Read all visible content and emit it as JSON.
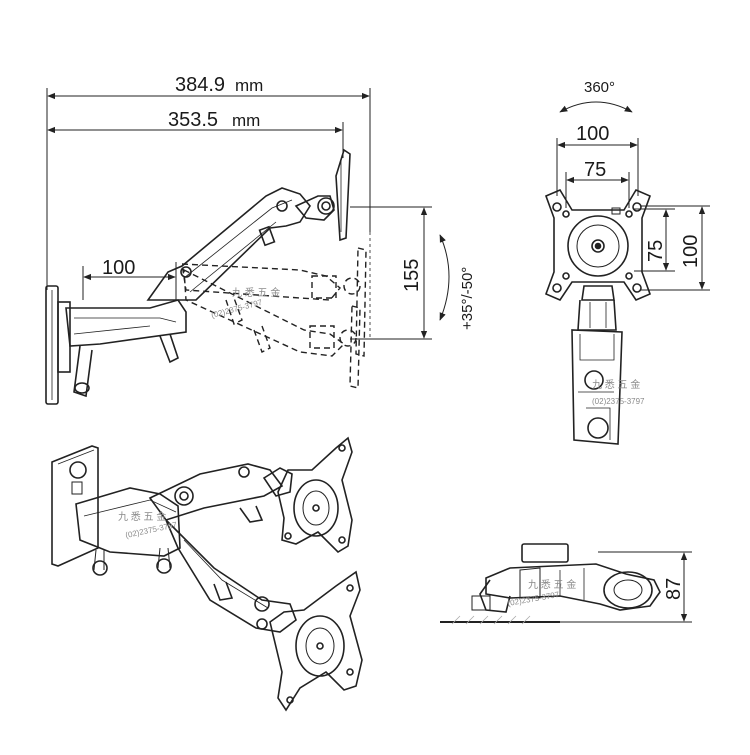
{
  "dimensions": {
    "total_width": "384.9",
    "total_width_unit": "mm",
    "plate_width": "353.5",
    "plate_width_unit": "mm",
    "arm_offset": "100",
    "height_travel": "155",
    "tilt_range": "+35°/-50°",
    "rotation": "360°",
    "vesa_outer_w": "100",
    "vesa_inner_w": "75",
    "vesa_inner_h": "75",
    "vesa_outer_h": "100",
    "profile_height": "87"
  },
  "watermark": {
    "chinese": "九 悉 五 金",
    "phone": "(02)2375-3797"
  },
  "colors": {
    "line": "#222222",
    "hidden_line": "#333333",
    "hatch": "#aaaaaa"
  }
}
